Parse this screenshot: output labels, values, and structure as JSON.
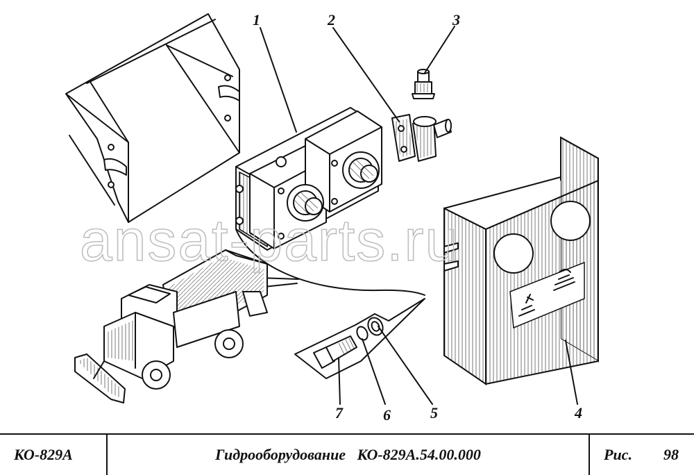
{
  "callouts": [
    "1",
    "2",
    "3",
    "4",
    "5",
    "6",
    "7"
  ],
  "watermark": "ansat-parts.ru",
  "title_block": {
    "model": "КО-829А",
    "title": "Гидрооборудование   КО-829А.54.00.000",
    "fig_label": "Рис.",
    "fig_number": "98"
  }
}
